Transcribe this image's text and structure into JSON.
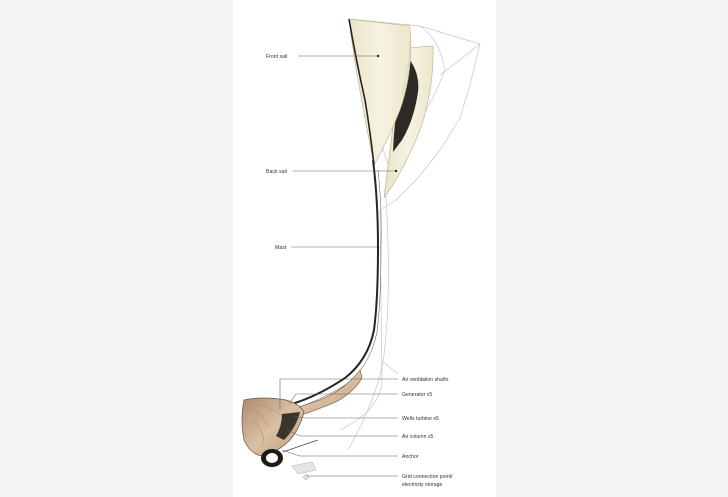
{
  "labels": {
    "front_sail": "Front sail",
    "back_sail": "Back sail",
    "mast": "Mast",
    "air_ventilation_shafts": "Air ventilation shafts",
    "generator": "Generator x5",
    "wells_turbine": "Wells turbine x5",
    "air_column": "Air column x5",
    "anchor": "Anchor",
    "grid_connection_line1": "Grid connection point/",
    "grid_connection_line2": "electricity storage"
  },
  "colors": {
    "page_background": "#ffffff",
    "side_panels": "#f4f4f4",
    "sail_fill": "#f3efd9",
    "sail_shadow": "#d9d2b2",
    "mast": "#2a2420",
    "wood_base": "#c9a98a",
    "wireframe": "#c8c8c8"
  }
}
